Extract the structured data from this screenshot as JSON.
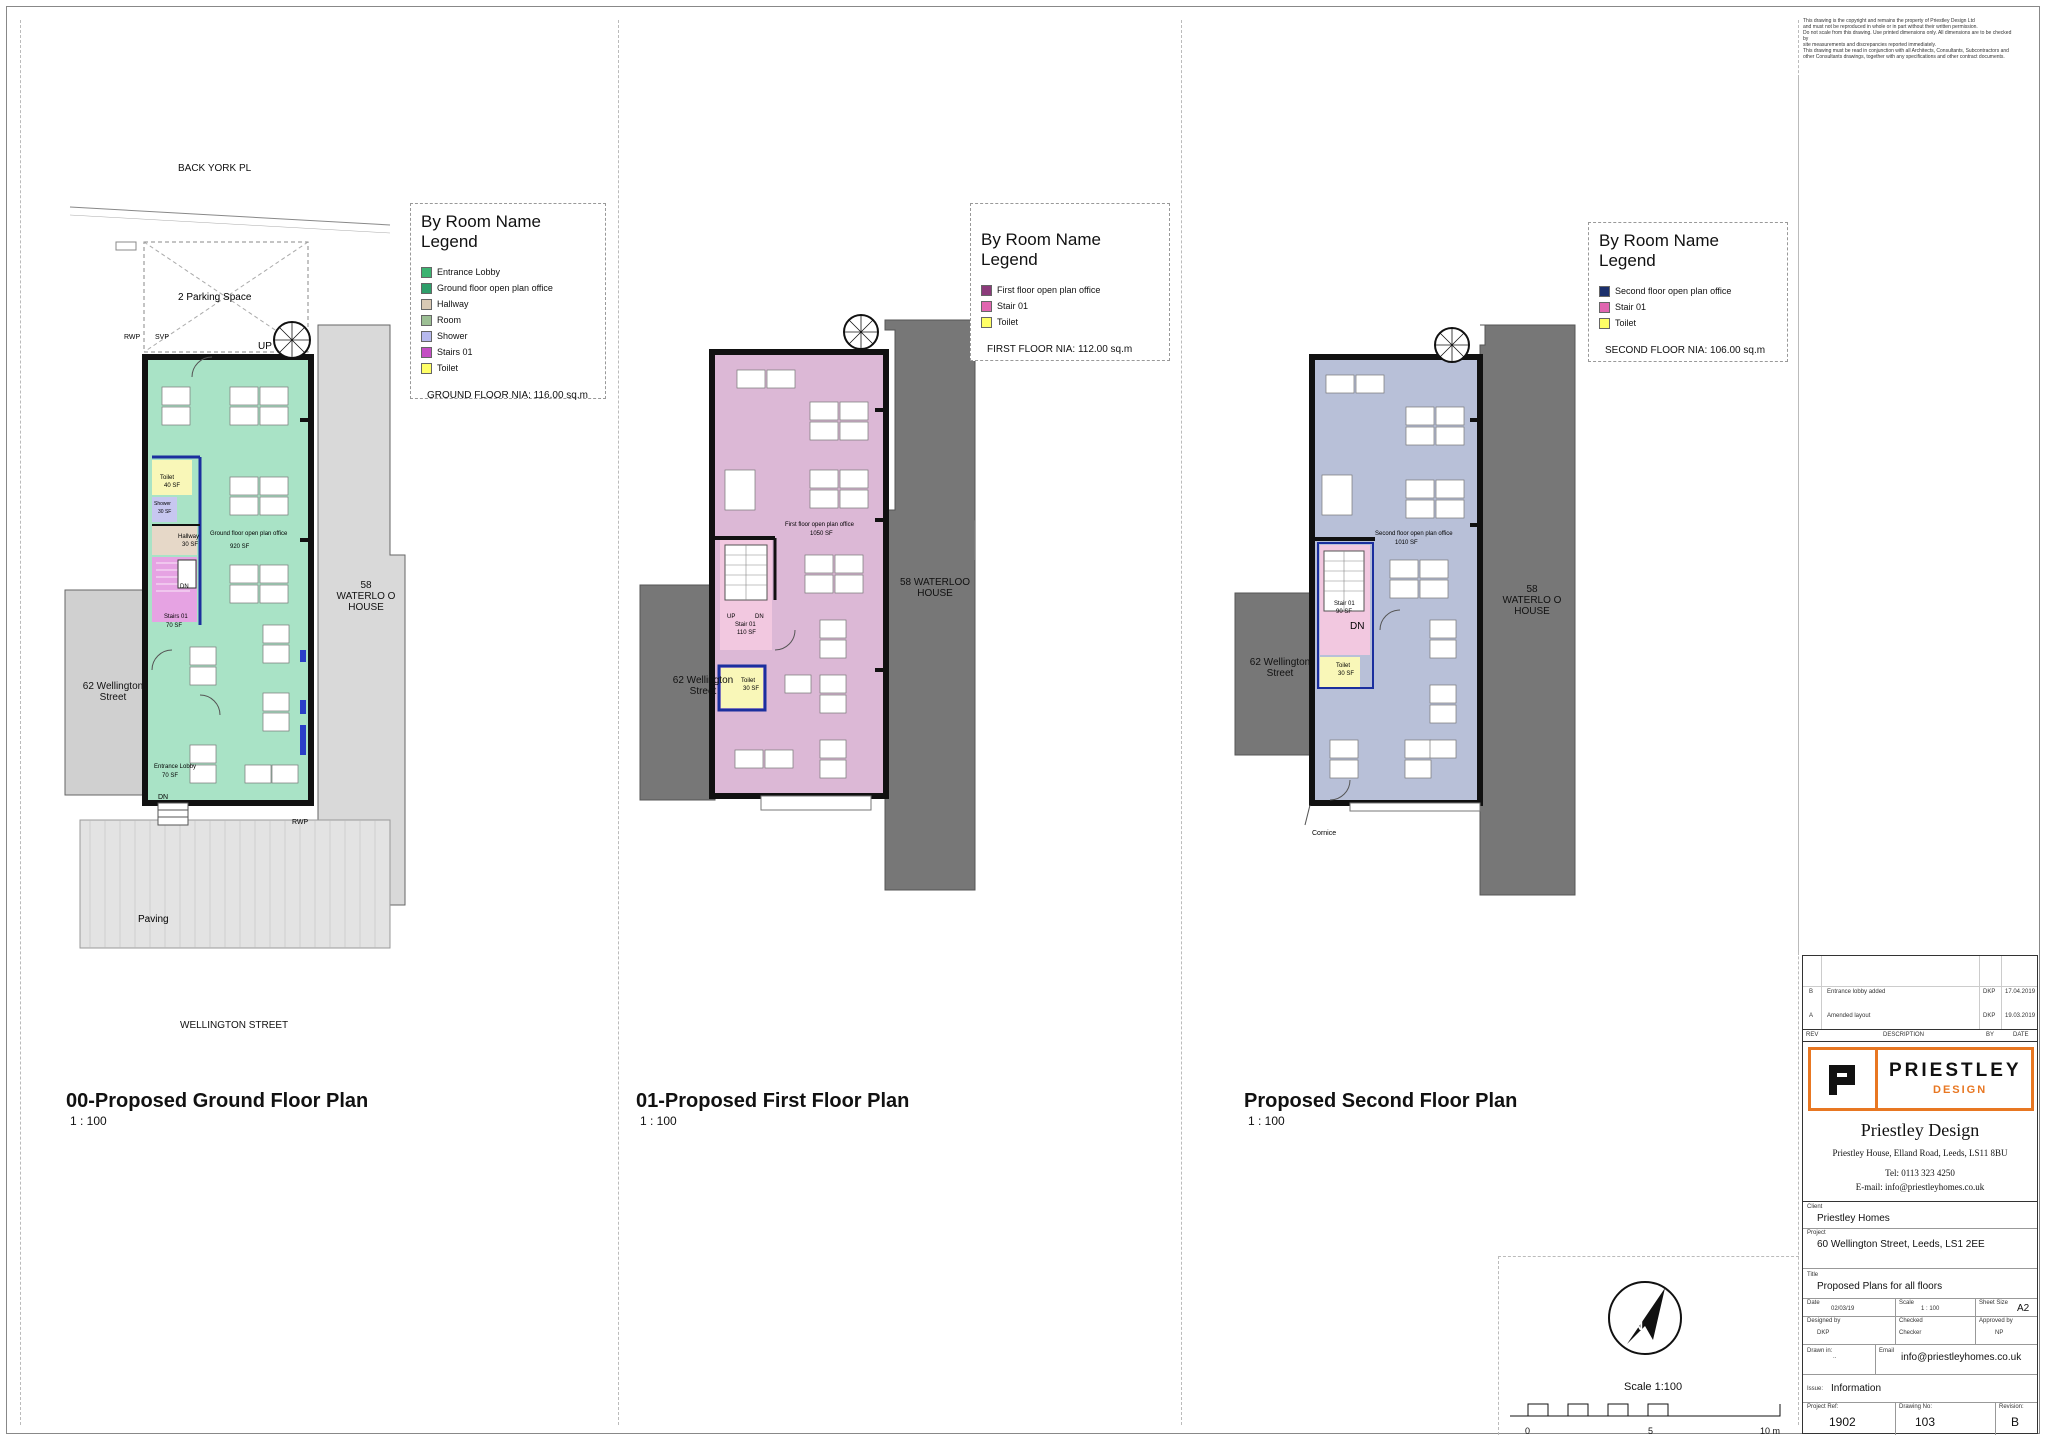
{
  "streets": {
    "back": "BACK YORK PL",
    "front": "WELLINGTON STREET"
  },
  "plans": [
    {
      "title": "00-Proposed Ground Floor Plan",
      "scale": "1 : 100",
      "legend_title": "By Room Name Legend",
      "legend": [
        {
          "label": "Entrance Lobby",
          "color": "#3cb371"
        },
        {
          "label": "Ground floor open plan office",
          "color": "#2e9e6a"
        },
        {
          "label": "Hallway",
          "color": "#d9c9b4"
        },
        {
          "label": "Room",
          "color": "#9cbf94"
        },
        {
          "label": "Shower",
          "color": "#b7b9ee"
        },
        {
          "label": "Stairs 01",
          "color": "#c44ec4"
        },
        {
          "label": "Toilet",
          "color": "#ffff66"
        }
      ],
      "nia": "GROUND FLOOR NIA: 116.00 sq.m",
      "labels": {
        "parking": "2 Parking Space",
        "rwp": "RWP",
        "svp": "SVP",
        "up": "UP",
        "dn": "DN",
        "paving": "Paving",
        "rwp2": "RWP",
        "toilet": "Toilet",
        "toilet_area": "40 SF",
        "shower": "Shower",
        "shower_area": "30 SF",
        "hallway": "Hallway",
        "hallway_area": "30 SF",
        "office": "Ground floor open plan office",
        "office_area": "920 SF",
        "stairs": "Stairs 01",
        "stairs_area": "70 SF",
        "lobby": "Entrance Lobby",
        "lobby_area": "70 SF"
      },
      "neighbors": {
        "left": "62 Wellington Street",
        "right": "58 WATERLO O HOUSE"
      }
    },
    {
      "title": "01-Proposed First Floor Plan",
      "scale": "1 : 100",
      "legend_title": "By Room Name Legend",
      "legend": [
        {
          "label": "First floor  open plan office",
          "color": "#8b3a7a"
        },
        {
          "label": "Stair 01",
          "color": "#e066b0"
        },
        {
          "label": "Toilet",
          "color": "#ffff66"
        }
      ],
      "nia": "FIRST FLOOR NIA: 112.00 sq.m",
      "labels": {
        "office": "First floor  open plan office",
        "office_area": "1050 SF",
        "stair": "Stair 01",
        "stair_area": "110 SF",
        "toilet": "Toilet",
        "toilet_area": "30 SF",
        "up": "UP",
        "dn": "DN"
      },
      "neighbors": {
        "left": "62 Wellington Street",
        "right": "58 WATERLOO HOUSE"
      }
    },
    {
      "title": "Proposed Second Floor Plan",
      "scale": "1 : 100",
      "legend_title": "By Room Name Legend",
      "legend": [
        {
          "label": "Second floor open plan office",
          "color": "#1b2f6b"
        },
        {
          "label": "Stair 01",
          "color": "#e066b0"
        },
        {
          "label": "Toilet",
          "color": "#ffff66"
        }
      ],
      "nia": "SECOND FLOOR NIA: 106.00 sq.m",
      "labels": {
        "office": "Second floor open plan office",
        "office_area": "1010 SF",
        "stair": "Stair 01",
        "stair_area": "90 SF",
        "toilet": "Toilet",
        "toilet_area": "30 SF",
        "dn": "DN",
        "cornice": "Cornice"
      },
      "neighbors": {
        "left": "62 Wellington Street",
        "right": "58 WATERLO O HOUSE"
      }
    }
  ],
  "notes": [
    "This drawing is the copyright and remains the property of Priestley Design Ltd",
    "and must not be reproduced in whole or in part without their written permission.",
    "Do not scale from this drawing. Use printed dimensions only. All dimensions are to be checked by",
    "site measurements and discrepancies reported immediately.",
    "This drawing must be read in conjunction with all Architects, Consultants, Subcontractors and",
    "other Consultants drawings, together with any specifications and other contract documents."
  ],
  "scale_bar": {
    "label": "Scale 1:100",
    "ticks": [
      "0",
      "5",
      "10 m"
    ]
  },
  "revisions": {
    "rows": [
      {
        "rev": "B",
        "description": "Entrance lobby added",
        "by": "DKP",
        "date": "17.04.2019"
      },
      {
        "rev": "A",
        "description": "Amended layout",
        "by": "DKP",
        "date": "19.03.2019"
      }
    ],
    "headers": {
      "rev": "REV",
      "description": "DESCRIPTION",
      "by": "BY",
      "date": "DATE"
    }
  },
  "company": {
    "logo_word": "PRIESTLEY",
    "logo_sub": "DESIGN",
    "name": "Priestley Design",
    "address": "Priestley House, Elland Road, Leeds, LS11 8BU",
    "tel": "Tel: 0113 323 4250",
    "email": "E-mail: info@priestleyhomes.co.uk",
    "accent": "#e87722"
  },
  "title_block": {
    "client_label": "Client",
    "client": "Priestley Homes",
    "project_label": "Project",
    "project": "60 Wellington Street, Leeds, LS1 2EE",
    "title_label": "Title",
    "title": "Proposed Plans for all floors",
    "date_label": "Date",
    "date": "02/03/19",
    "scale_label": "Scale",
    "scale": "1 : 100",
    "sheet_label": "Sheet Size",
    "sheet": "A2",
    "designed_label": "Designed by",
    "designed": "DKP",
    "checked_label": "Checked",
    "checked": "Checker",
    "approved_label": "Approved by",
    "approved": "NP",
    "drawn_label": "Drawn in:",
    "drawn": "..",
    "email_label": "Email",
    "email": "info@priestleyhomes.co.uk",
    "issue_label": "Issue:",
    "issue": "Information",
    "ref_label": "Project Ref:",
    "ref": "1902",
    "drawing_label": "Drawing No:",
    "drawing": "103",
    "revision_label": "Revision:",
    "revision": "B"
  }
}
